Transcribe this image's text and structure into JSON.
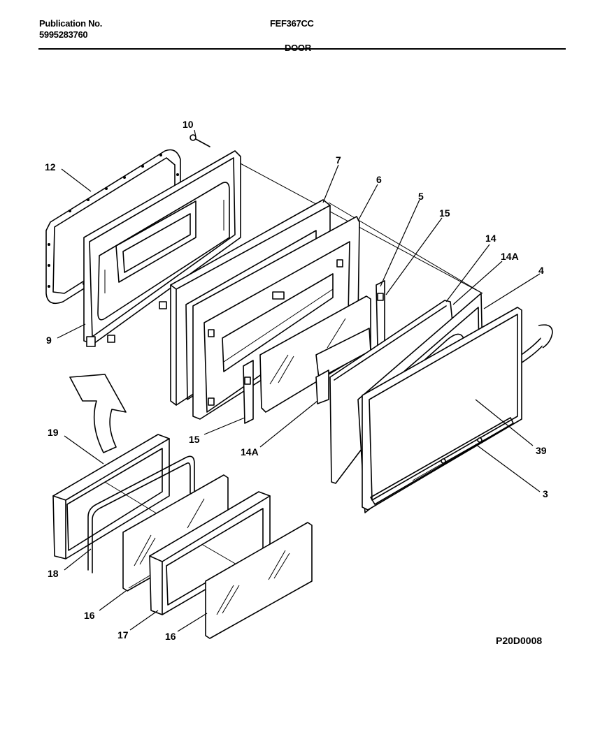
{
  "header": {
    "publication_label": "Publication No.",
    "publication_number": "5995283760",
    "model": "FEF367CC",
    "section": "DOOR"
  },
  "diagram_code": "P20D0008",
  "part_callouts": [
    "10",
    "12",
    "9",
    "7",
    "6",
    "5",
    "15",
    "14",
    "14A",
    "4",
    "15",
    "14A",
    "39",
    "3",
    "19",
    "18",
    "16",
    "17",
    "16"
  ]
}
